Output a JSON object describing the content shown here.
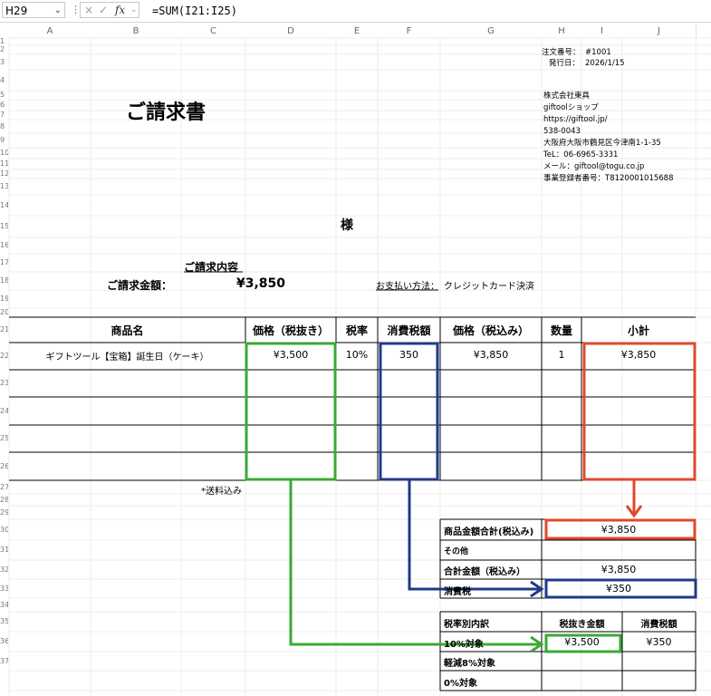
{
  "formula_bar": {
    "name_box": "H29",
    "formula": "=SUM(I21:I25)",
    "fx_label": "fx",
    "cancel_symbol": "×",
    "enter_symbol": "✓"
  },
  "columns": [
    "A",
    "B",
    "C",
    "D",
    "E",
    "F",
    "G",
    "H",
    "I",
    "J"
  ],
  "rows": [
    "1",
    "2",
    "3",
    "4",
    "5",
    "6",
    "7",
    "8",
    "9",
    "10",
    "11",
    "12",
    "13",
    "14",
    "15",
    "16",
    "17",
    "18",
    "19",
    "20",
    "21",
    "22",
    "23",
    "24",
    "25",
    "26",
    "27",
    "28",
    "29",
    "30",
    "31",
    "32",
    "33",
    "34",
    "35",
    "36",
    "37"
  ],
  "invoice": {
    "title": "ご請求書",
    "order_label": "注文番号：",
    "order_no": "#1001",
    "date_label": "発行日：",
    "date": "2026/1/15",
    "company": [
      "株式会社東具",
      "giftoolショップ",
      "https://giftool.jp/",
      "538-0043",
      "大阪府大阪市鶴見区今津南1-1-35",
      "TeL：06-6965-3331",
      "メール：giftool@togu.co.jp",
      "事業登録者番号：T8120001015688"
    ],
    "sama": "様",
    "section_title": "ご請求内容",
    "amount_label": "ご請求金額：",
    "amount_value": "¥3,850",
    "payment_label": "お支払い方法：",
    "payment_value": "クレジットカード決済",
    "table_headers": [
      "商品名",
      "価格（税抜き）",
      "税率",
      "消費税額",
      "価格（税込み）",
      "数量",
      "小計"
    ],
    "row1": [
      "ギフトツール【宝箱】誕生日（ケーキ）",
      "¥3,500",
      "10%",
      "350",
      "¥3,850",
      "1",
      "¥3,850"
    ],
    "shipping_note": "*送料込み",
    "summary": {
      "goods_total_label": "商品金額合計(税込み)",
      "goods_total_value": "¥3,850",
      "other_label": "その他",
      "grand_total_label": "合計金額（税込み）",
      "grand_total_value": "¥3,850",
      "tax_label": "消費税",
      "tax_value": "¥350"
    },
    "breakdown": {
      "title": "税率別内訳",
      "col1": "税抜き金額",
      "col2": "消費税額",
      "r1_label": "10%対象",
      "r1_v1": "¥3,500",
      "r1_v2": "¥350",
      "r2_label": "軽減8%対象",
      "r3_label": "0%対象"
    }
  },
  "colors": {
    "green": "#3aaa35",
    "navy": "#1f3a8a",
    "red": "#e04a2a"
  }
}
